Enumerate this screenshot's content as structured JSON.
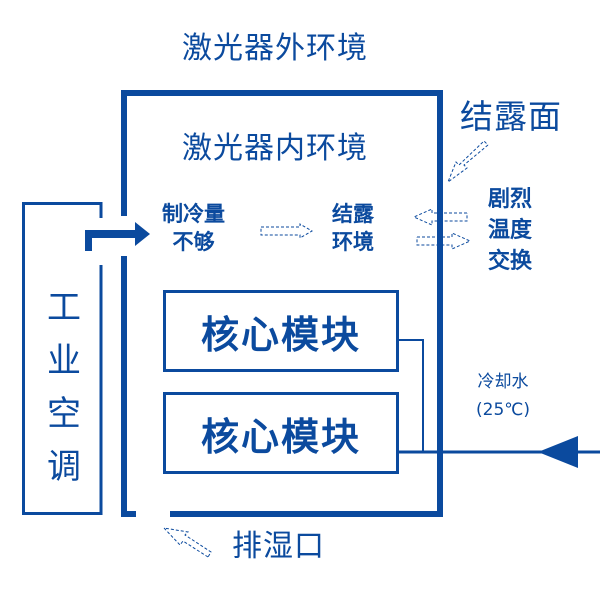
{
  "diagram": {
    "outer_environment_label": "激光器外环境",
    "inner_environment_label": "激光器内环境",
    "condensation_surface_label": "结露面",
    "insufficient_cooling_label": [
      "制冷量",
      "不够"
    ],
    "condensation_environment_label": [
      "结露",
      "环境"
    ],
    "heat_exchange_label": [
      "剧烈",
      "温度",
      "交换"
    ],
    "core_modules": [
      {
        "label": "核心模块"
      },
      {
        "label": "核心模块"
      }
    ],
    "industrial_ac_label": [
      "工",
      "业",
      "空",
      "调"
    ],
    "cooling_water_label": [
      "冷却水",
      "(25℃)"
    ],
    "exhaust_port_label": "排湿口",
    "colors": {
      "primary": "#0b4a9e",
      "background": "#ffffff"
    }
  }
}
